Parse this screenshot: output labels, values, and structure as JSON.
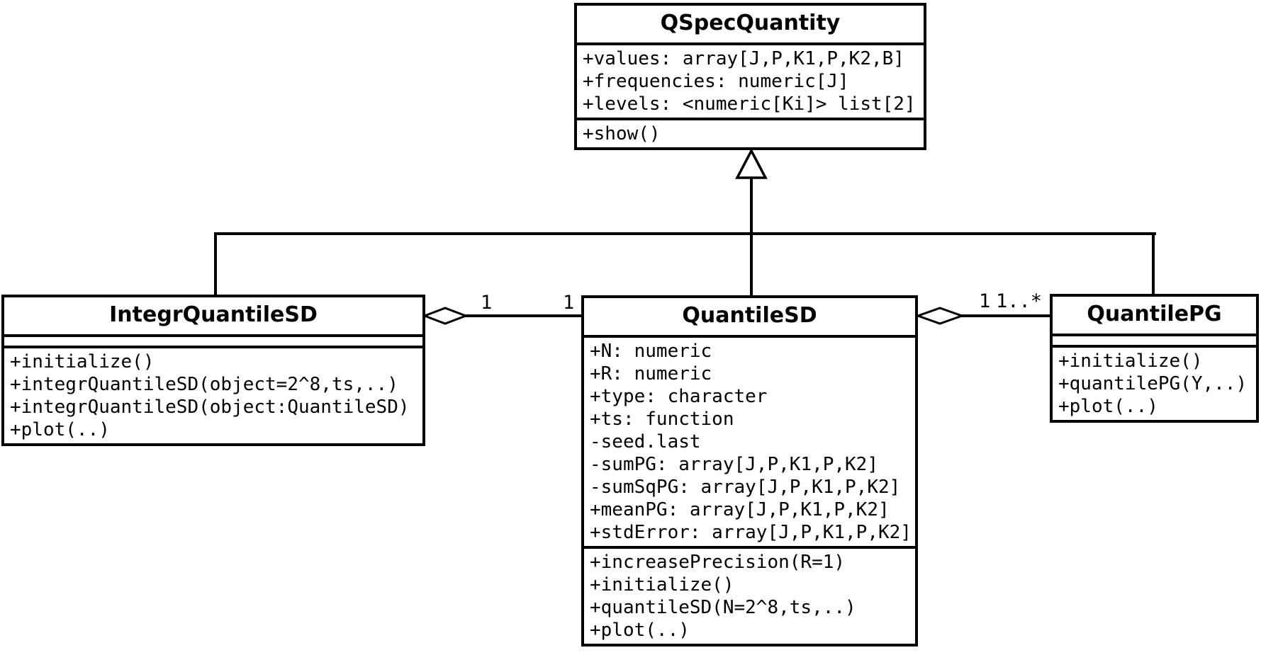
{
  "diagram": {
    "kind": "UML class diagram",
    "background_color": "#ffffff",
    "line_color": "#000000"
  },
  "classes": {
    "qspec": {
      "name": "QSpecQuantity",
      "attributes": [
        "+values: array[J,P,K1,P,K2,B]",
        "+frequencies: numeric[J]",
        "+levels: <numeric[Ki]> list[2]"
      ],
      "methods": [
        "+show()"
      ]
    },
    "integr": {
      "name": "IntegrQuantileSD",
      "attributes": [],
      "methods": [
        "+initialize()",
        "+integrQuantileSD(object=2^8,ts,..)",
        "+integrQuantileSD(object:QuantileSD)",
        "+plot(..)"
      ]
    },
    "qsd": {
      "name": "QuantileSD",
      "attributes": [
        "+N: numeric",
        "+R: numeric",
        "+type: character",
        "+ts: function",
        "-seed.last",
        "-sumPG: array[J,P,K1,P,K2]",
        "-sumSqPG: array[J,P,K1,P,K2]",
        "+meanPG: array[J,P,K1,P,K2]",
        "+stdError: array[J,P,K1,P,K2]"
      ],
      "methods": [
        "+increasePrecision(R=1)",
        "+initialize()",
        "+quantileSD(N=2^8,ts,..)",
        "+plot(..)"
      ]
    },
    "qpg": {
      "name": "QuantilePG",
      "attributes": [],
      "methods": [
        "+initialize()",
        "+quantilePG(Y,..)",
        "+plot(..)"
      ]
    }
  },
  "relations": {
    "generalization": {
      "parent": "QSpecQuantity",
      "children": [
        "IntegrQuantileSD",
        "QuantileSD",
        "QuantilePG"
      ]
    },
    "aggregations": [
      {
        "owner": "IntegrQuantileSD",
        "part": "QuantileSD",
        "owner_multiplicity": "1",
        "part_multiplicity": "1"
      },
      {
        "owner": "QuantileSD",
        "part": "QuantilePG",
        "owner_multiplicity": "1",
        "part_multiplicity": "1..*"
      }
    ]
  }
}
